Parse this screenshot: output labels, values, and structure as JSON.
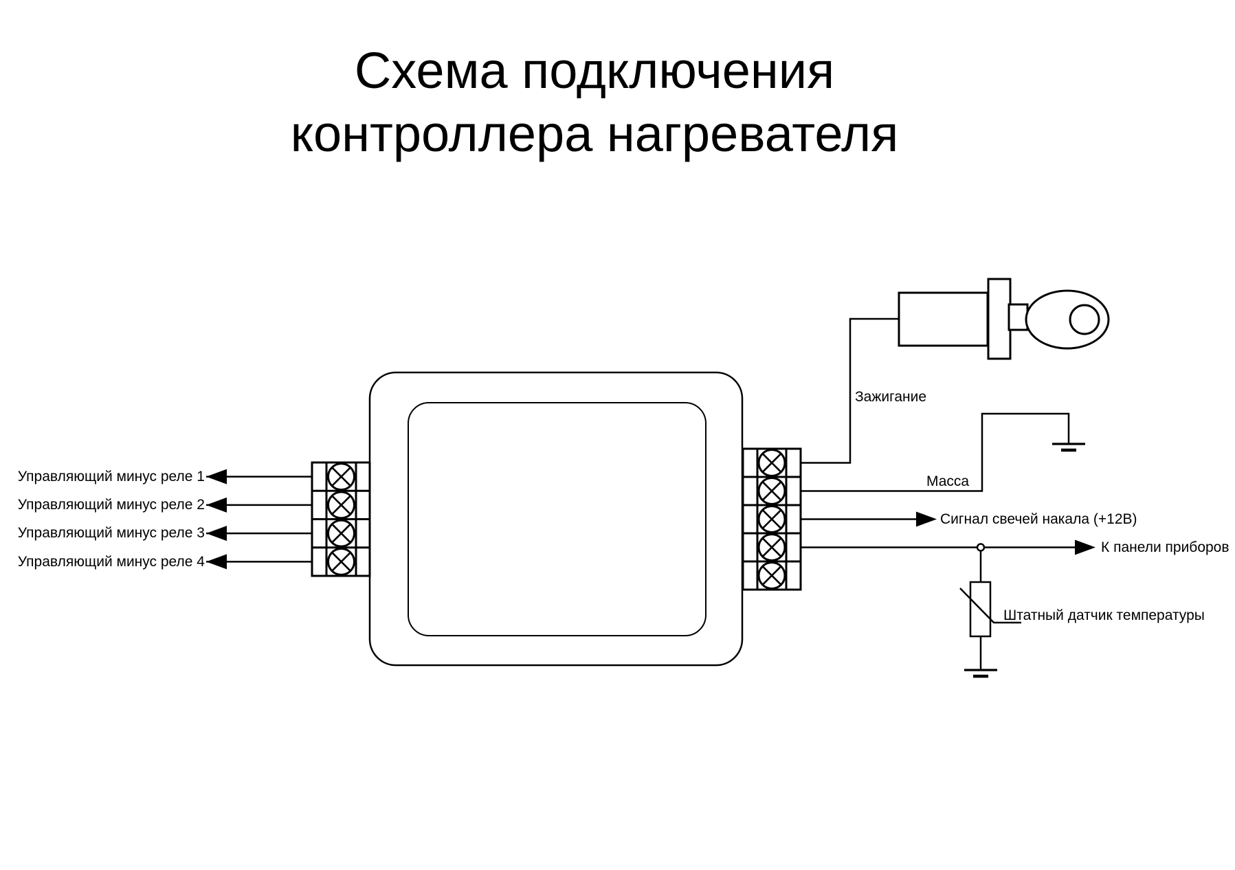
{
  "title": {
    "line1": "Схема подключения",
    "line2": "контроллера нагревателя"
  },
  "left_pins": {
    "labels": [
      "Управляющий минус реле 1",
      "Управляющий минус реле 2",
      "Управляющий минус реле 3",
      "Управляющий минус реле 4"
    ]
  },
  "right_pins": {
    "ignition_label": "Зажигание",
    "ground_label": "Масса",
    "glow_plug_label": "Сигнал свечей накала (+12В)",
    "dashboard_label": "К панели приборов",
    "temp_sensor_label": "Штатный датчик температуры"
  },
  "icons": {
    "screw_terminal": "circle-with-x",
    "ignition_key": "key-in-lock-cylinder",
    "ground": "ground-bars",
    "thermistor": "resistor-with-diagonal",
    "arrowhead": "solid-triangle"
  },
  "colors": {
    "background": "#ffffff",
    "line": "#000000",
    "text": "#000000"
  }
}
